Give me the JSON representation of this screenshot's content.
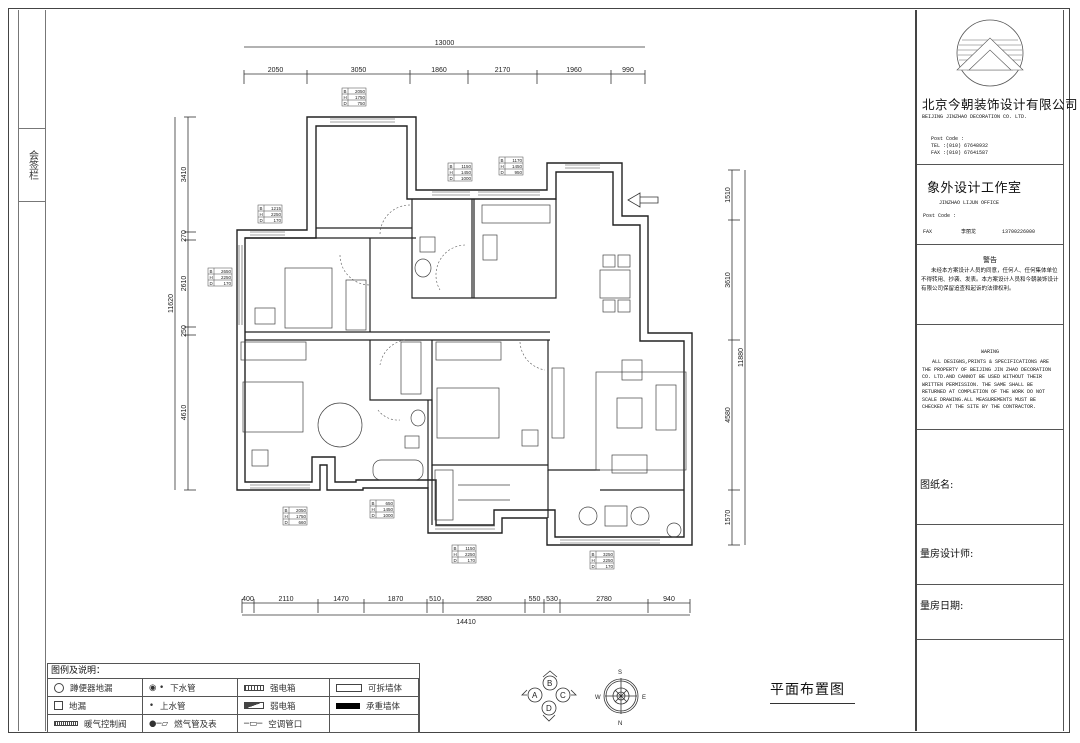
{
  "margin_label": "会签栏",
  "title_block": {
    "company_cn": "北京今朝装饰设计有限公司",
    "company_en": "BEIJING  JINZHAO  DECORATION  CO. LTD.",
    "post_code": "Post Code :",
    "tel": "TEL    :(010) 67648932",
    "fax": "FAX    :(010) 67641587",
    "office_cn": "象外设计工作室",
    "office_en": "JINZHAO  LIJUN  OFFICE",
    "office_post": "Post Code :",
    "office_fax_label": "FAX",
    "office_contact": "李丽龙",
    "office_phone": "13700226000",
    "warning_cn_title": "警告",
    "warning_cn_body": "未经本方案设计人员的同意，任何人、任何集体单位不得转用、抄袭、发表。本方案设计人员和今朝装饰设计有限公司保留追查和起诉的法律权利。",
    "warning_en_title": "WARING",
    "warning_en_body": "ALL DESIGNS,PRINTS & SPECIFICATIONS ARE THE PROPERTY OF BEIJING JIN ZHAO DECORATION CO. LTD.AND CANNOT BE USED WITHOUT THEIR WRITTEN PERMISSION. THE SAME SHALL BE RETURNED AT COMPLETION OF THE WORK DO NOT SCALE DRAWING.ALL MEASUREMENTS MUST BE CHECKED AT THE SITE BY THE CONTRACTOR.",
    "drawing_name_label": "图纸名:",
    "designer_label": "量房设计师:",
    "date_label": "量房日期:"
  },
  "dimensions": {
    "top_total": "13000",
    "top": [
      "2050",
      "3050",
      "1860",
      "2170",
      "1960",
      "990"
    ],
    "bottom_total": "14410",
    "bottom": [
      "400",
      "2110",
      "1470",
      "1870",
      "510",
      "2580",
      "550",
      "530",
      "2780",
      "940"
    ],
    "left_total": "11620",
    "left": [
      "3410",
      "270",
      "2610",
      "250",
      "4610"
    ],
    "right_total": "11880",
    "right": [
      "1510",
      "3610",
      "4580",
      "1570"
    ]
  },
  "window_tags": [
    {
      "B": "2050",
      "H": "1750",
      "D": "750"
    },
    {
      "B": "1150",
      "H": "1450",
      "D": "1000"
    },
    {
      "B": "1170",
      "H": "1450",
      "D": "950"
    },
    {
      "B": "1215",
      "H": "2250",
      "D": "170"
    },
    {
      "B": "2650",
      "H": "2250",
      "D": "170"
    },
    {
      "B": "2050",
      "H": "1750",
      "D": "660"
    },
    {
      "B": "650",
      "H": "1450",
      "D": "1000"
    },
    {
      "B": "1150",
      "H": "2250",
      "D": "170"
    },
    {
      "B": "3250",
      "H": "2250",
      "D": "170"
    }
  ],
  "legend": {
    "title": "图例及说明：",
    "items": [
      "蹲便器地漏",
      "下水管",
      "强电箱",
      "可拆墙体",
      "地漏",
      "上水管",
      "弱电箱",
      "承重墙体",
      "暖气控制阀",
      "燃气管及表",
      "空调管口"
    ]
  },
  "index_marks": [
    "A",
    "B",
    "C",
    "D"
  ],
  "compass": {
    "top": "S",
    "bottom": "N",
    "left": "W",
    "right": "E"
  },
  "plan_title": "平面布置图",
  "colors": {
    "line": "#222222",
    "paper": "#ffffff"
  }
}
